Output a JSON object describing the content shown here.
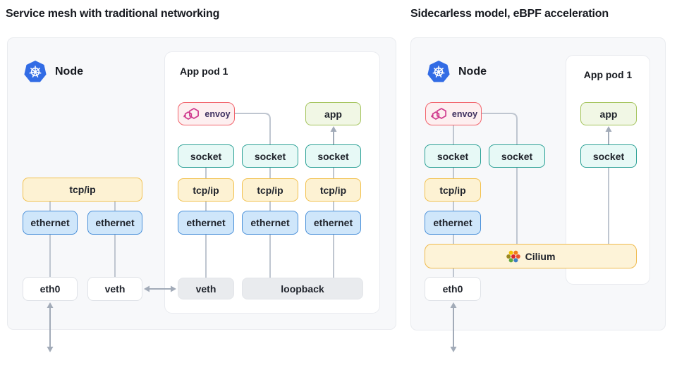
{
  "left": {
    "title": "Service mesh with traditional networking",
    "node_label": "Node",
    "pod_label": "App pod 1",
    "node_boxes": {
      "tcpip": "tcp/ip",
      "ethernet1": "ethernet",
      "ethernet2": "ethernet",
      "eth0": "eth0",
      "veth": "veth"
    },
    "pod_boxes": {
      "envoy": "envoy",
      "app": "app",
      "socket1": "socket",
      "socket2": "socket",
      "socket3": "socket",
      "tcpip1": "tcp/ip",
      "tcpip2": "tcp/ip",
      "tcpip3": "tcp/ip",
      "ethernet1": "ethernet",
      "ethernet2": "ethernet",
      "ethernet3": "ethernet",
      "veth": "veth",
      "loopback": "loopback"
    }
  },
  "right": {
    "title": "Sidecarless model, eBPF acceleration",
    "node_label": "Node",
    "pod_label": "App pod 1",
    "node_boxes": {
      "envoy": "envoy",
      "socket1": "socket",
      "socket2": "socket",
      "tcpip": "tcp/ip",
      "ethernet": "ethernet",
      "cilium": "Cilium",
      "eth0": "eth0"
    },
    "pod_boxes": {
      "app": "app",
      "socket": "socket"
    }
  },
  "icons": {
    "kubernetes": "kubernetes-icon",
    "envoy": "envoy-icon",
    "cilium": "cilium-icon"
  },
  "palette": {
    "panel_bg": "#f7f8fa",
    "panel_border": "#e9ebef",
    "socket_border": "#2aa095",
    "socket_bg": "#e7f9f6",
    "tcpip_border": "#f2c14e",
    "tcpip_bg": "#fdf2d3",
    "ethernet_border": "#4a90d9",
    "ethernet_bg": "#cfe6fa",
    "envoy_border": "#f2646c",
    "envoy_bg": "#fdeff0",
    "app_border": "#a4c45c",
    "app_bg": "#f1f7e5",
    "cilium_border": "#efba4d",
    "cilium_bg": "#fdf3d8",
    "gray_block": "#e9ebee",
    "kubernetes_blue": "#326ce5",
    "envoy_pink": "#cf3a8e",
    "wire": "#bfc6d0",
    "arrow": "#a2abb8",
    "text": "#20242c"
  }
}
